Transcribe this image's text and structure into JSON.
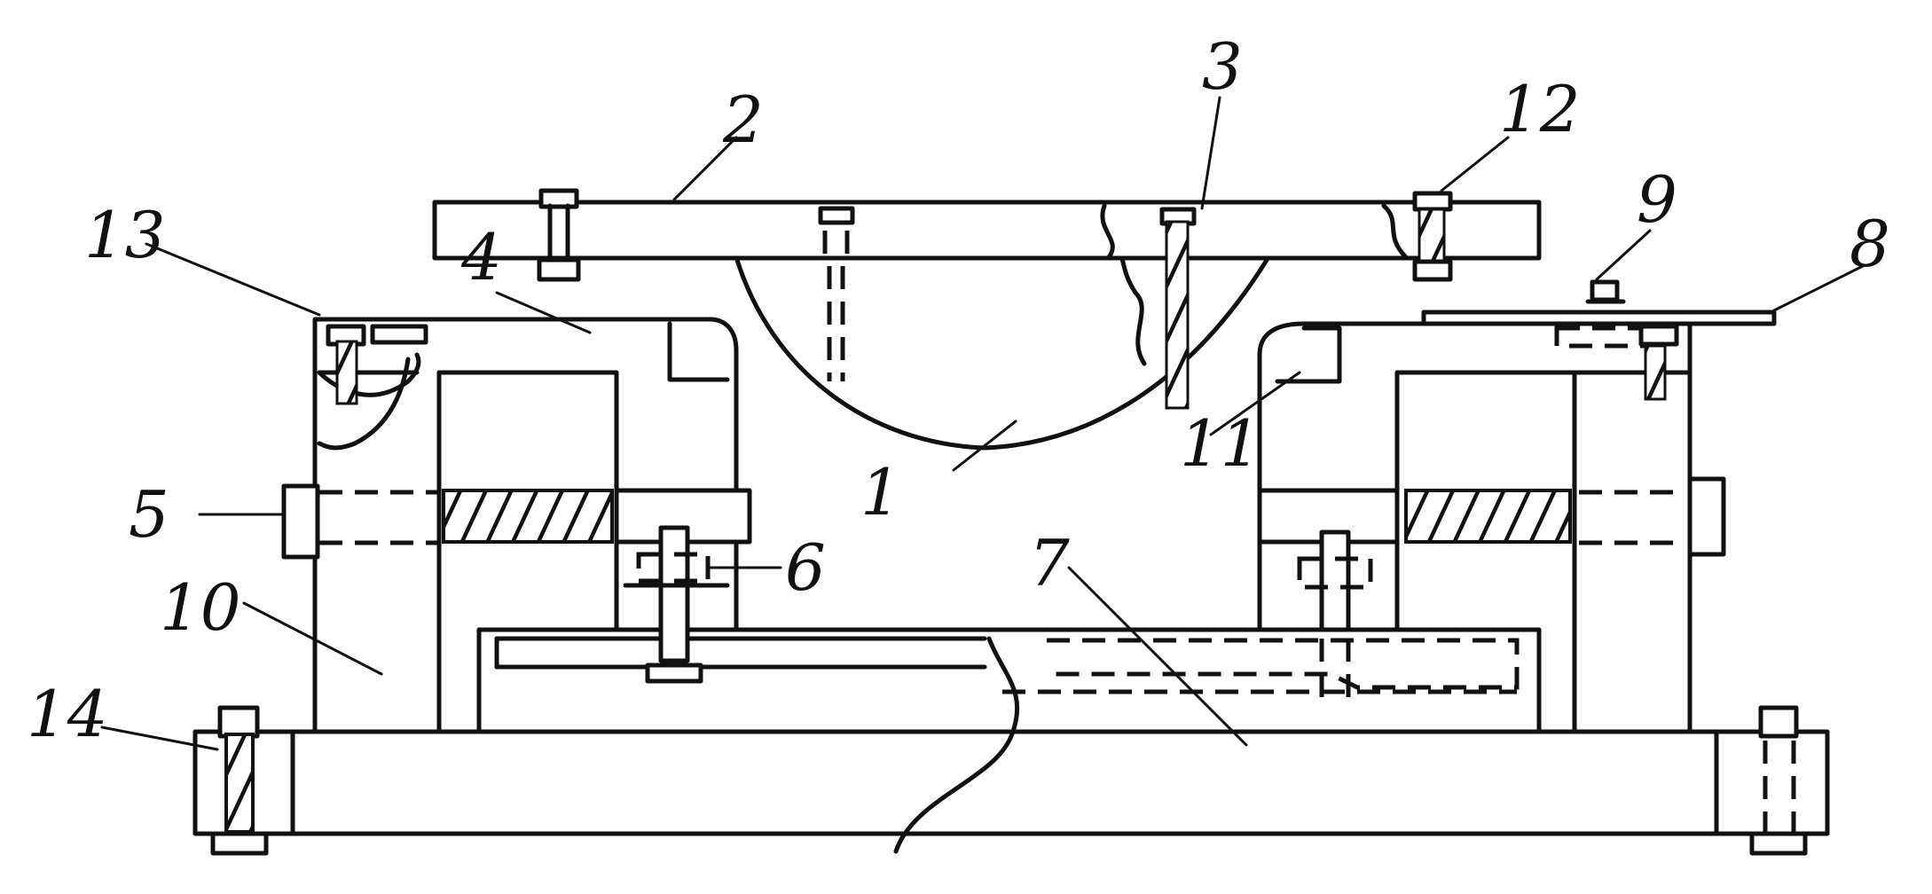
{
  "figure": {
    "labels": {
      "l1": "1",
      "l2": "2",
      "l3": "3",
      "l4": "4",
      "l5": "5",
      "l6": "6",
      "l7": "7",
      "l8": "8",
      "l9": "9",
      "l10": "10",
      "l11": "11",
      "l12": "12",
      "l13": "13",
      "l14": "14"
    }
  }
}
